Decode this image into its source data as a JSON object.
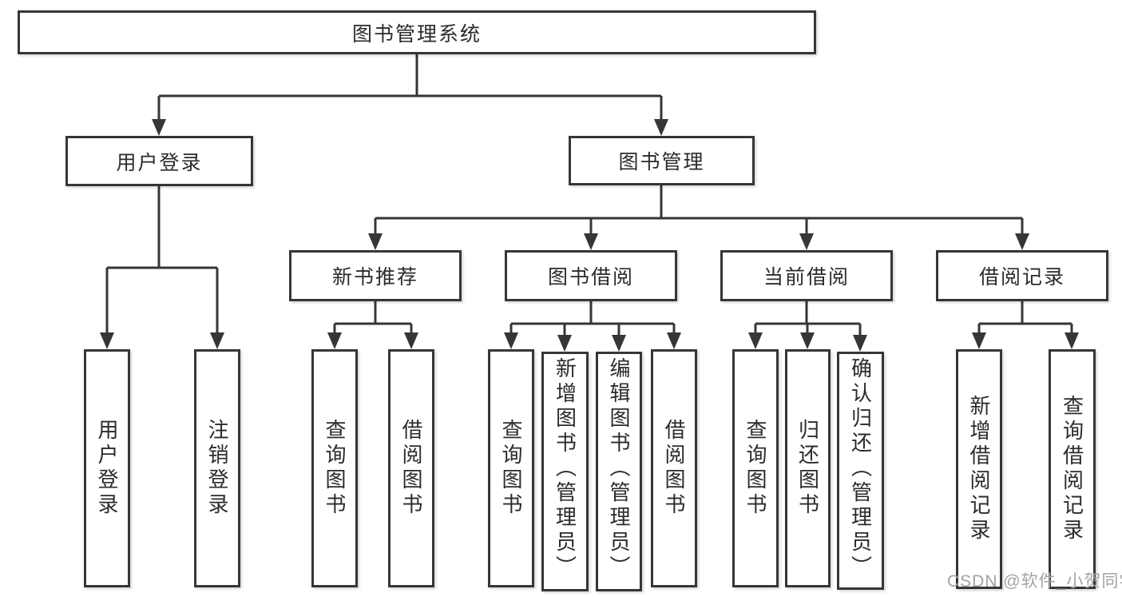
{
  "colors": {
    "line": "#363636",
    "border": "#363636",
    "text": "#2b2b2b",
    "watermark": "#a3a3a3",
    "background": "#ffffff"
  },
  "diagram": {
    "type": "tree",
    "root": {
      "label": "图书管理系统"
    },
    "branches": [
      {
        "label": "用户登录",
        "children": [
          {
            "label": "用户登录"
          },
          {
            "label": "注销登录"
          }
        ]
      },
      {
        "label": "图书管理",
        "children": [
          {
            "label": "新书推荐",
            "children": [
              {
                "label": "查询图书"
              },
              {
                "label": "借阅图书"
              }
            ]
          },
          {
            "label": "图书借阅",
            "children": [
              {
                "label": "查询图书"
              },
              {
                "label": "新增图书（管理员）"
              },
              {
                "label": "编辑图书（管理员）"
              },
              {
                "label": "借阅图书"
              }
            ]
          },
          {
            "label": "当前借阅",
            "children": [
              {
                "label": "查询图书"
              },
              {
                "label": "归还图书"
              },
              {
                "label": "确认归还（管理员）"
              }
            ]
          },
          {
            "label": "借阅记录",
            "children": [
              {
                "label": "新增借阅记录"
              },
              {
                "label": "查询借阅记录"
              }
            ]
          }
        ]
      }
    ]
  },
  "watermark": {
    "text": "CSDN @软件_小贺同学"
  }
}
